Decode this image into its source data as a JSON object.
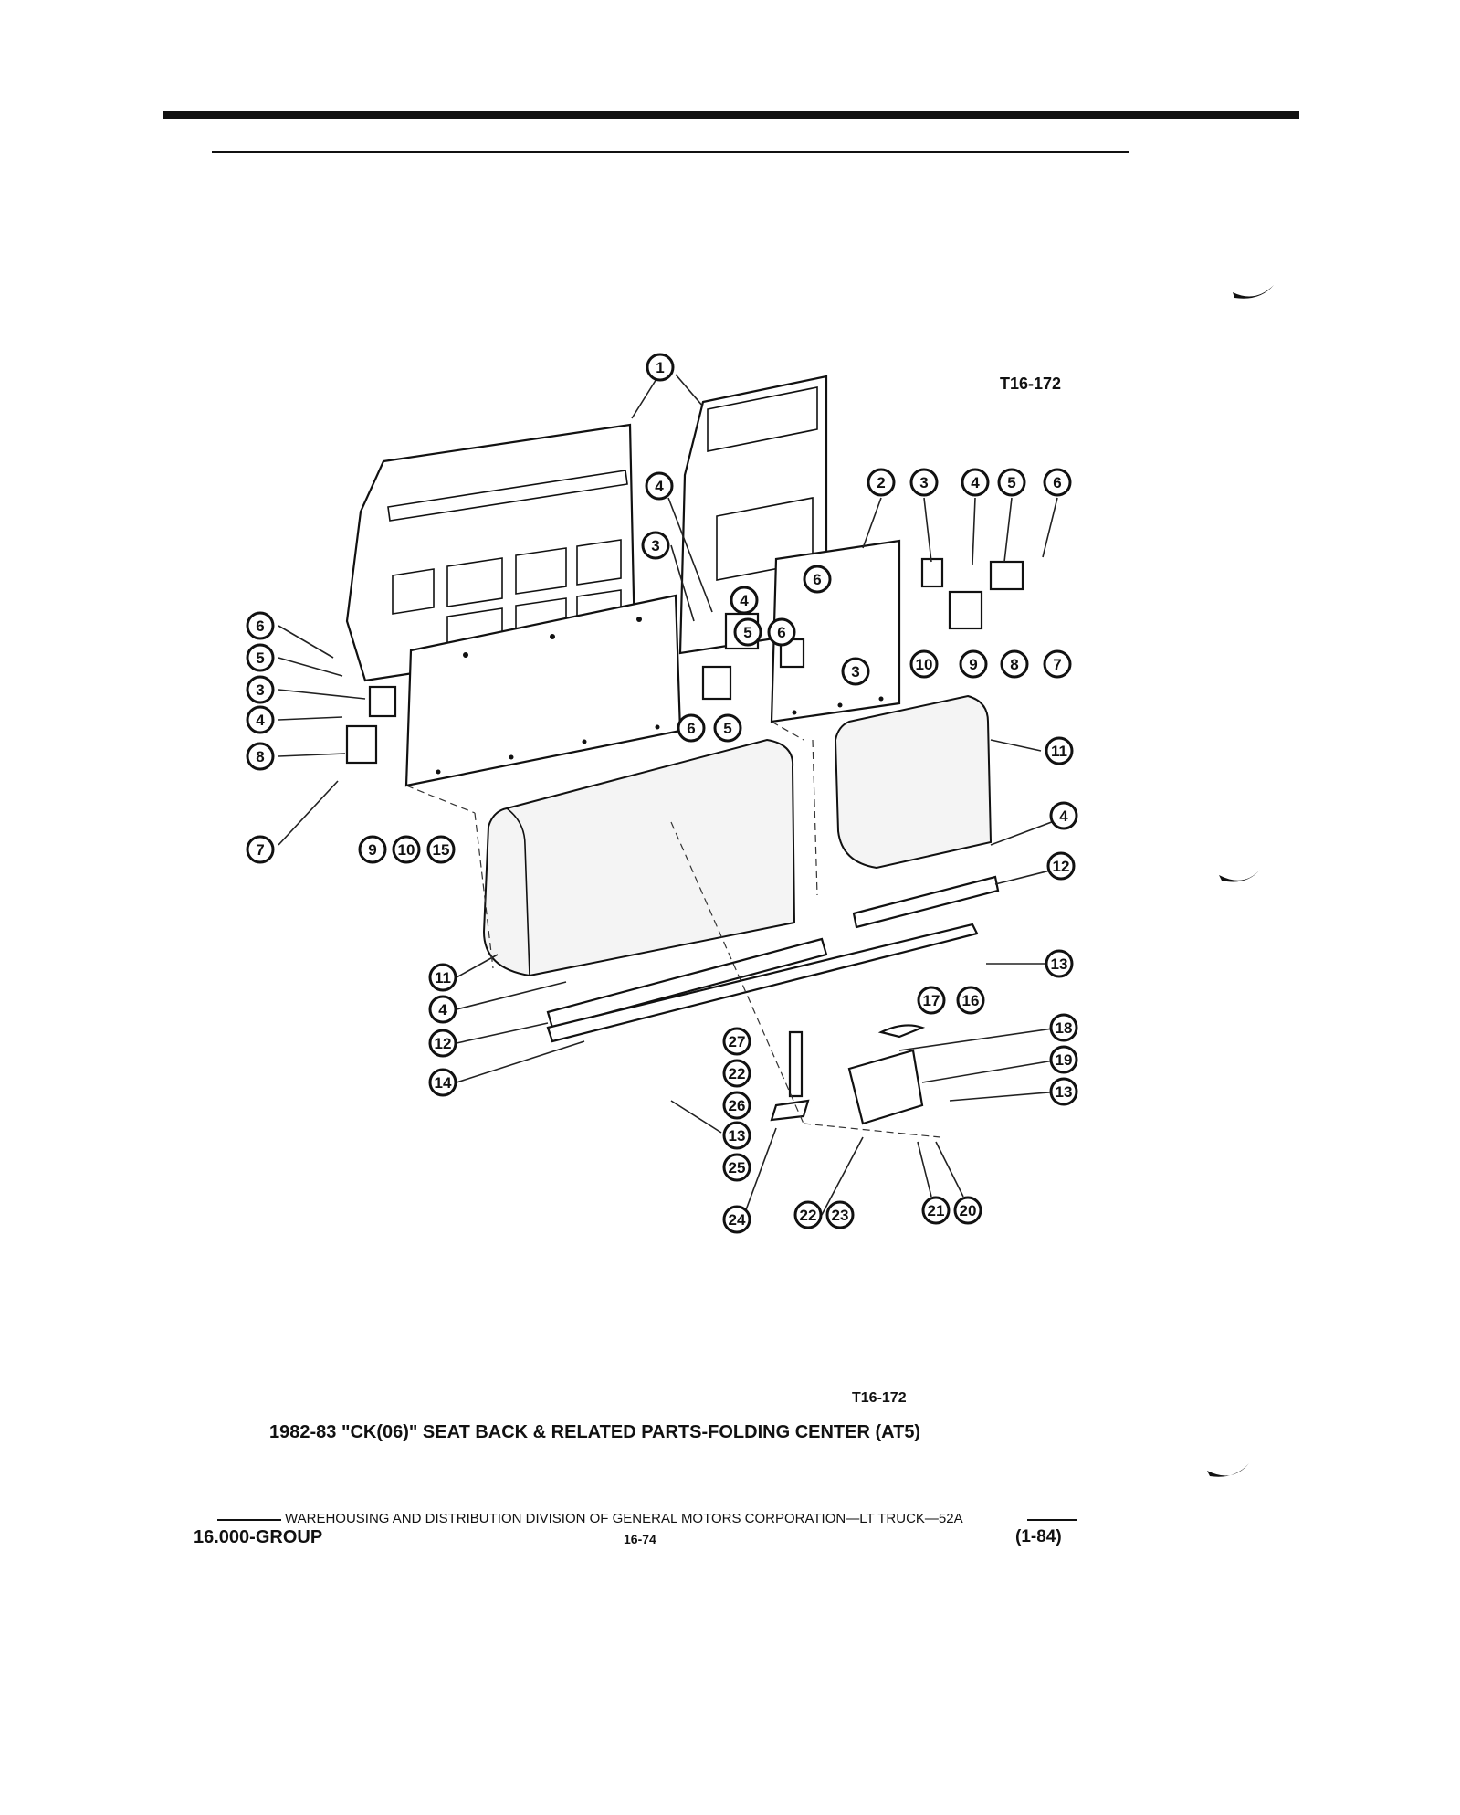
{
  "figure_code_top": "T16-172",
  "figure_code_bottom": "T16-172",
  "caption": "1982-83 \"CK(06)\" SEAT BACK & RELATED PARTS-FOLDING CENTER (AT5)",
  "footer": {
    "division_line": "WAREHOUSING AND DISTRIBUTION  DIVISION OF GENERAL MOTORS CORPORATION—LT TRUCK—52A",
    "group": "16.000-GROUP",
    "page": "16-74",
    "date": "(1-84)"
  },
  "callouts": [
    "1",
    "2",
    "3",
    "4",
    "5",
    "6",
    "3",
    "4",
    "6",
    "3",
    "6",
    "5",
    "4",
    "5",
    "6",
    "10",
    "9",
    "8",
    "7",
    "6",
    "5",
    "3",
    "4",
    "8",
    "7",
    "9",
    "10",
    "15",
    "11",
    "4",
    "12",
    "13",
    "11",
    "4",
    "12",
    "14",
    "17",
    "16",
    "18",
    "19",
    "13",
    "27",
    "22",
    "26",
    "13",
    "25",
    "24",
    "22",
    "23",
    "21",
    "20"
  ]
}
